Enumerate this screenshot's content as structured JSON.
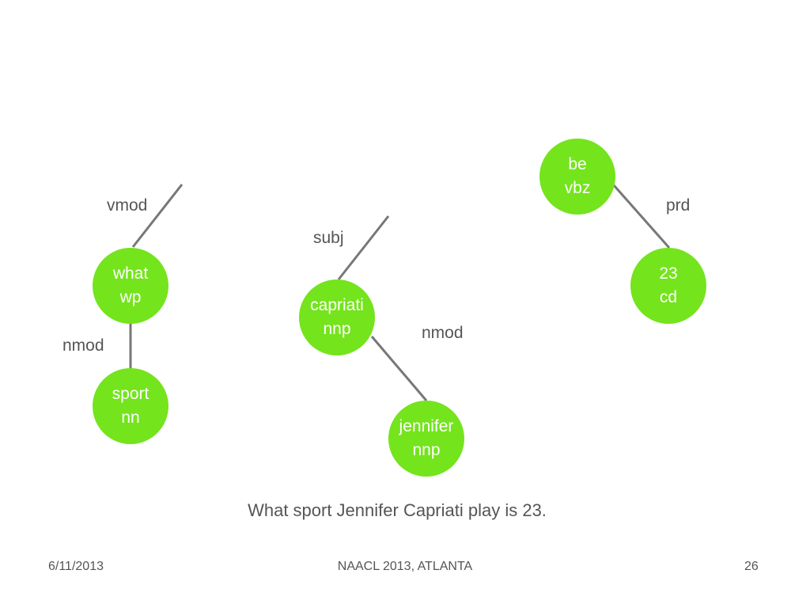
{
  "colors": {
    "node_fill": "#74e41d",
    "node_text": "#ffffff",
    "edge_stroke": "#777777",
    "label_text": "#555555"
  },
  "nodes": {
    "what": {
      "word": "what",
      "tag": "wp"
    },
    "sport": {
      "word": "sport",
      "tag": "nn"
    },
    "capriati": {
      "word": "capriati",
      "tag": "nnp"
    },
    "jennifer": {
      "word": "jennifer",
      "tag": "nnp"
    },
    "be": {
      "word": "be",
      "tag": "vbz"
    },
    "num23": {
      "word": "23",
      "tag": "cd"
    }
  },
  "edge_labels": {
    "vmod": "vmod",
    "nmod_left": "nmod",
    "subj": "subj",
    "nmod_mid": "nmod",
    "prd": "prd"
  },
  "sentence": "What sport Jennifer Capriati play is 23.",
  "footer": {
    "date": "6/11/2013",
    "venue": "NAACL 2013, ATLANTA",
    "page": "26"
  }
}
